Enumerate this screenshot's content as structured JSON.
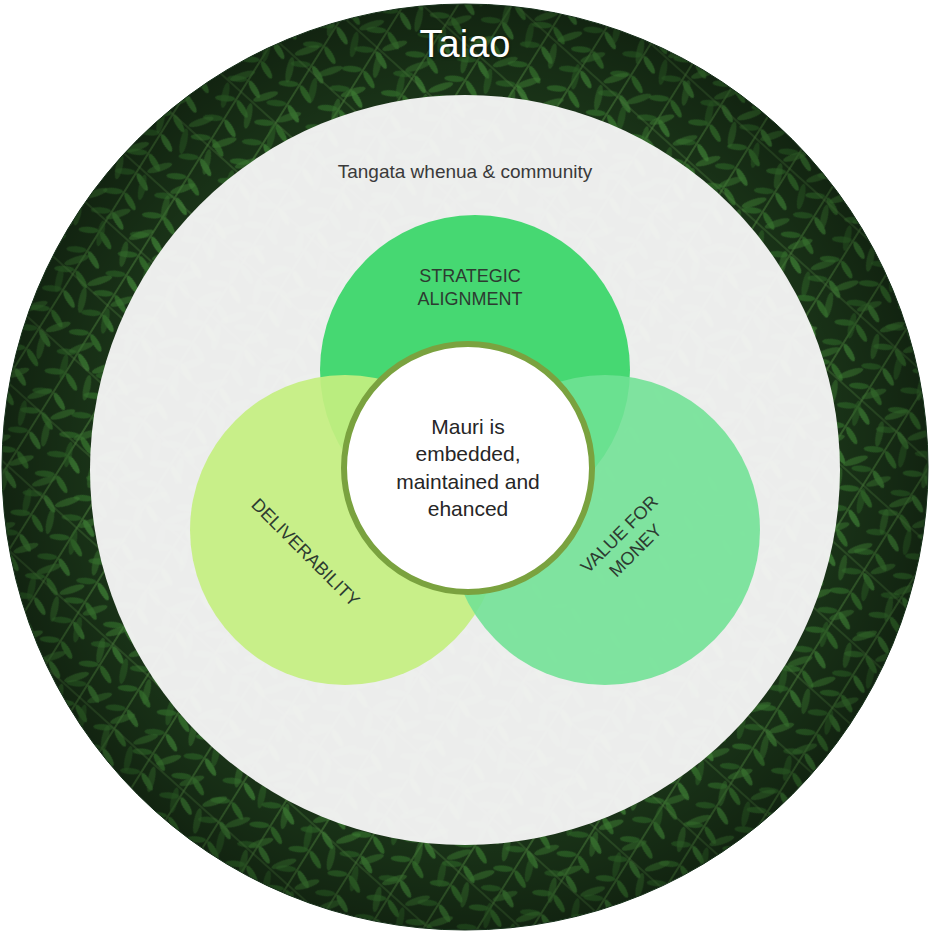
{
  "diagram": {
    "nodes": [
      {
        "text": [
          "Taiao"
        ]
      },
      {
        "text": [
          "Tangata whenua & community"
        ],
        "in": 0
      },
      {
        "text": [
          "STRATEGIC ALIGNMENT"
        ],
        "in": 1
      },
      {
        "text": [
          "DELIVERABILITY"
        ],
        "in": 1
      },
      {
        "text": [
          "VALUE FOR MONEY"
        ],
        "in": 1
      },
      {
        "text": [
          "Mauri is embedded, maintained and ehanced"
        ],
        "in": 1
      }
    ]
  }
}
